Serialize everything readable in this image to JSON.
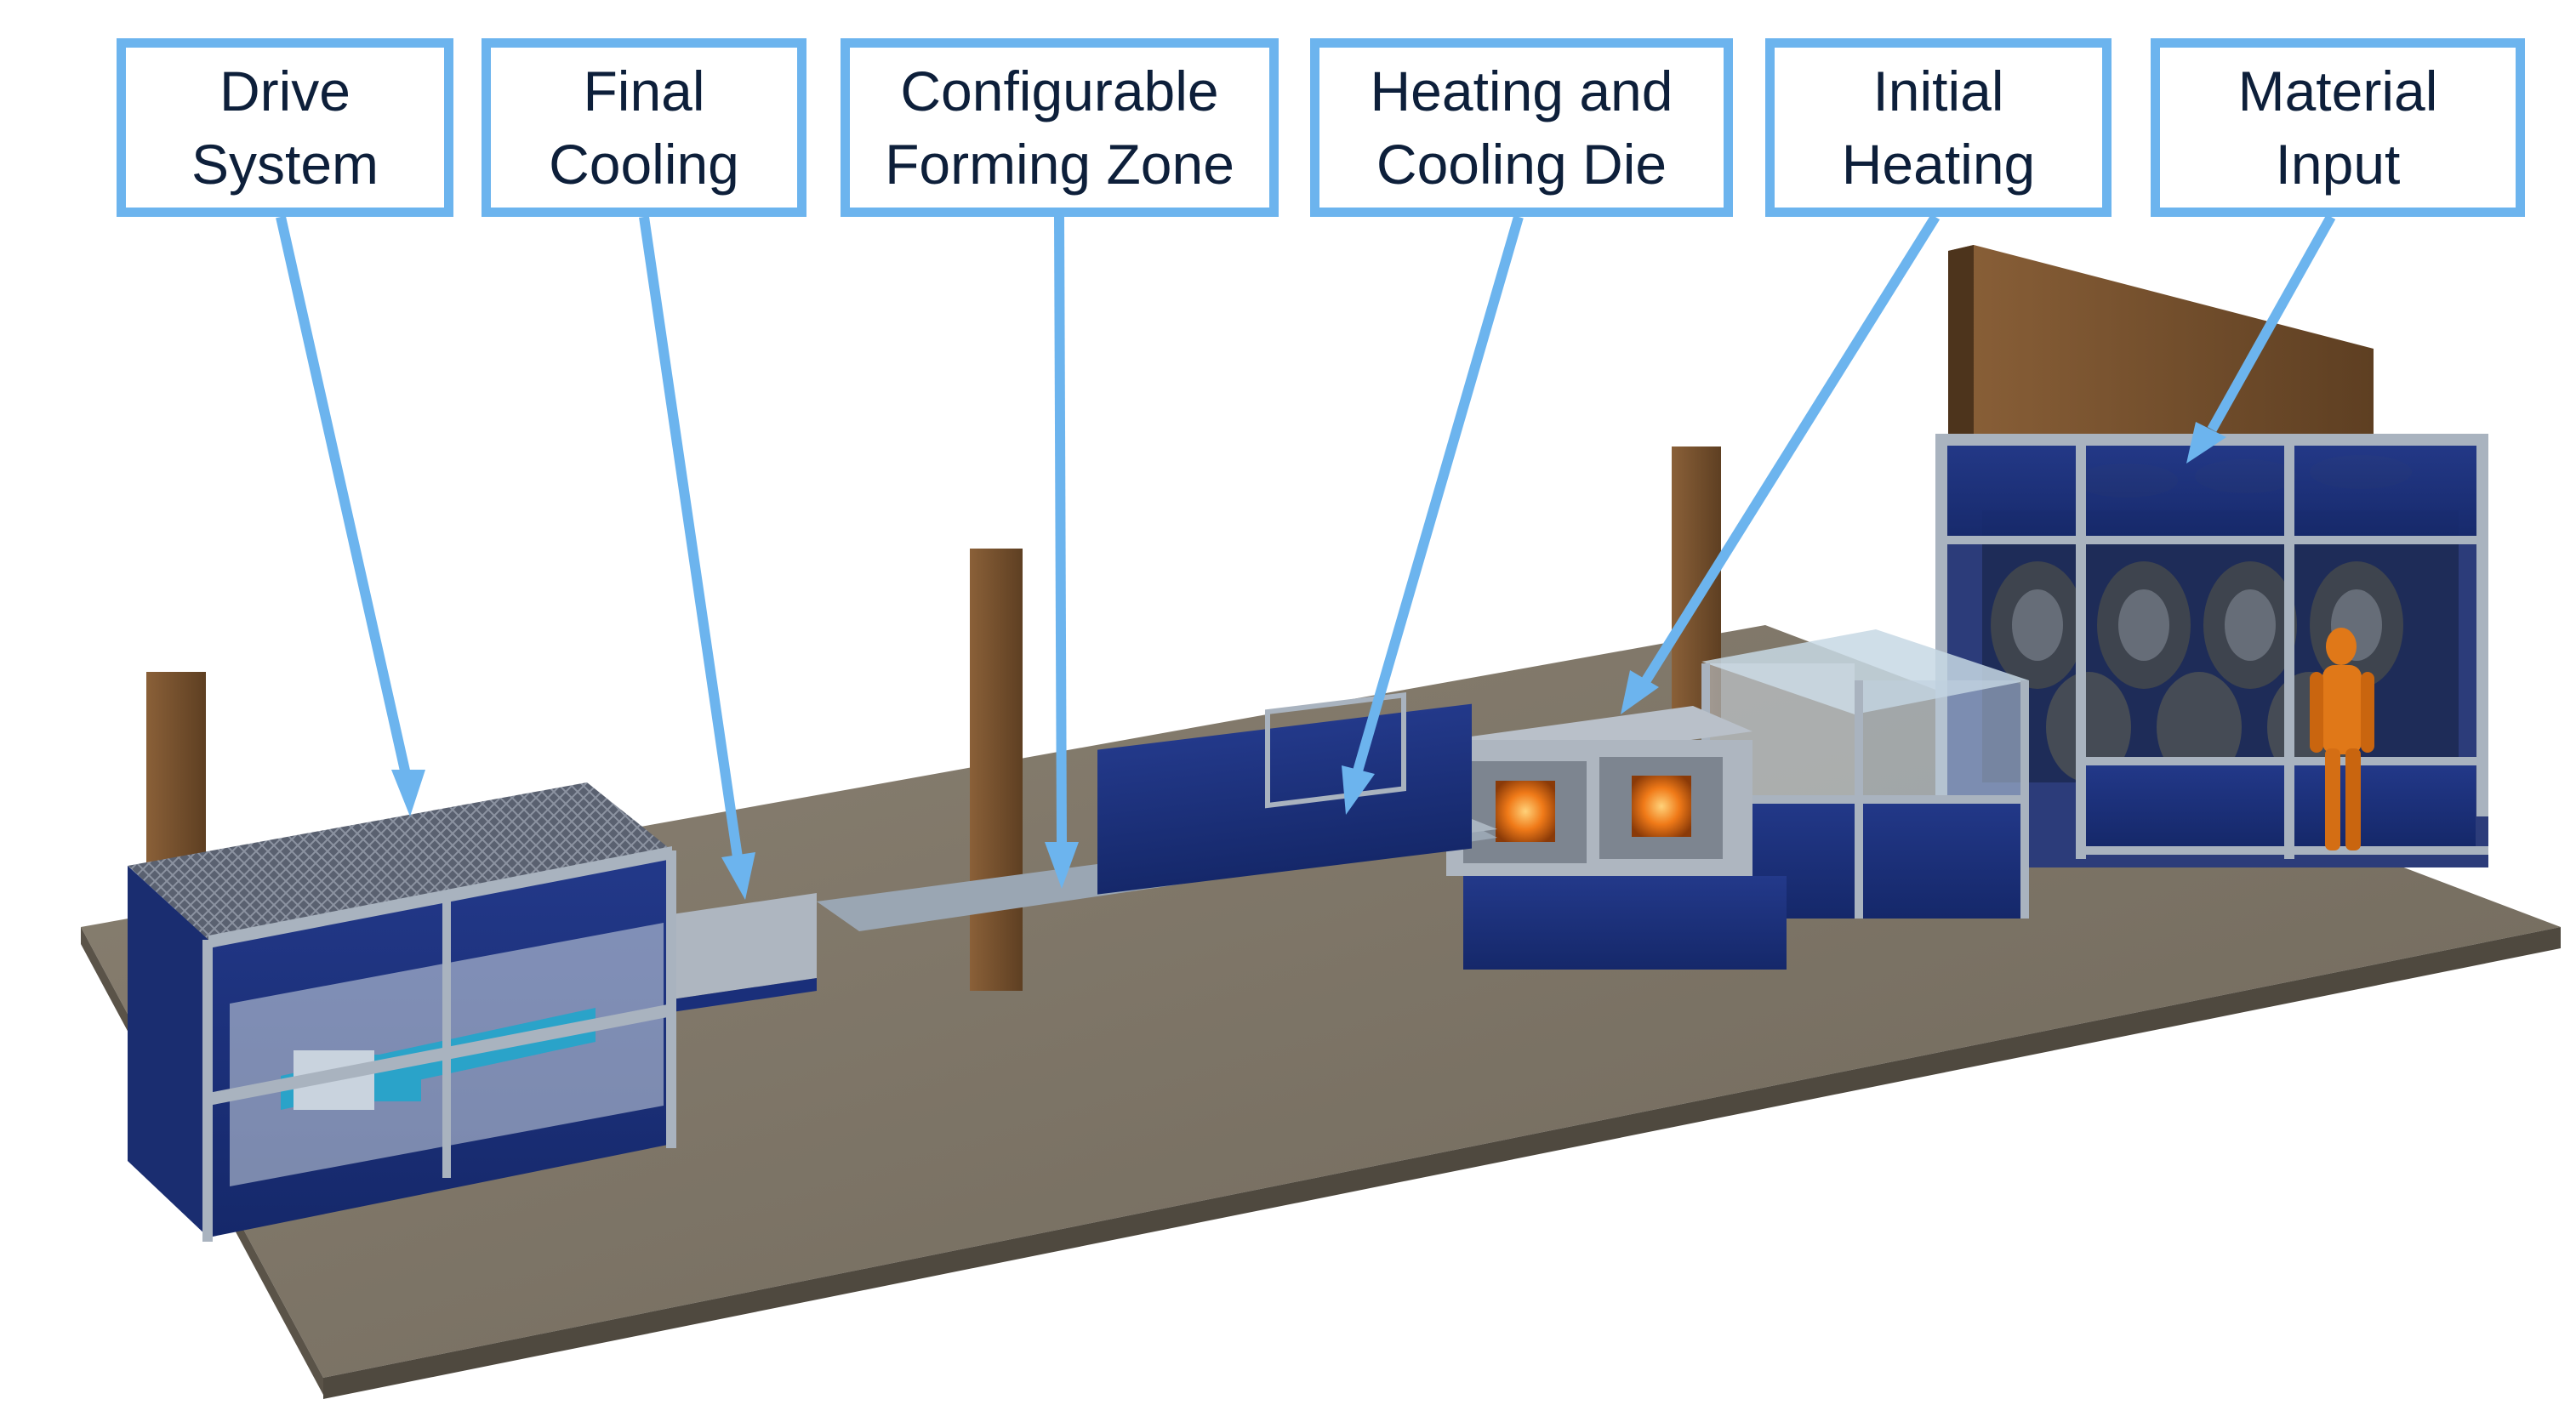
{
  "labels": [
    {
      "id": "drive-system",
      "line1": "Drive",
      "line2": "System"
    },
    {
      "id": "final-cooling",
      "line1": "Final",
      "line2": "Cooling"
    },
    {
      "id": "configurable-forming-zone",
      "line1": "Configurable",
      "line2": "Forming Zone"
    },
    {
      "id": "heating-and-cooling-die",
      "line1": "Heating and",
      "line2": "Cooling Die"
    },
    {
      "id": "initial-heating",
      "line1": "Initial",
      "line2": "Heating"
    },
    {
      "id": "material-input",
      "line1": "Material",
      "line2": "Input"
    }
  ],
  "colors": {
    "callout_blue": "#6cb4ee",
    "label_text": "#0d1f3a",
    "machine_navy": "#1a2f7a",
    "frame_silver": "#a9b3bf",
    "floor": "#7d7466",
    "wood": "#7a5533",
    "heater_glow": "#f07a18",
    "operator": "#e07818"
  }
}
